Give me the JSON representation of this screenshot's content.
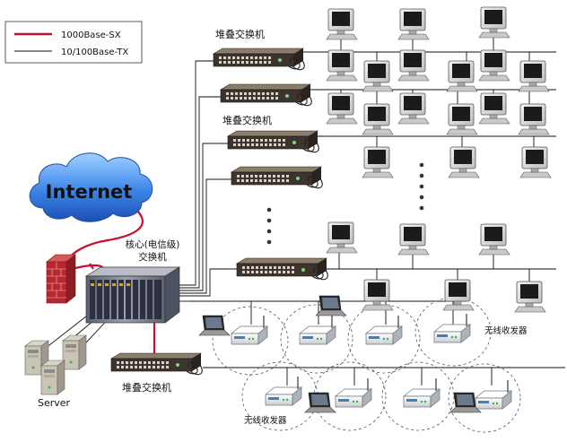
{
  "legend": {
    "items": [
      {
        "label": "1000Base-SX",
        "color": "#c8102e"
      },
      {
        "label": "10/100Base-TX",
        "color": "#111111"
      }
    ]
  },
  "labels": {
    "internet": "Internet",
    "core_switch": [
      "核心(电信级)",
      "交换机"
    ],
    "stack_switch_top": "堆叠交换机",
    "stack_switch_mid": "堆叠交换机",
    "stack_switch_bottom": "堆叠交换机",
    "server": "Server",
    "wireless_right": "无线收发器",
    "wireless_bottom": "无线收发器"
  },
  "colors": {
    "fiber": "#c8102e",
    "copper": "#111111",
    "cloud": "#2b6fd6",
    "firewall": "#b7282e",
    "chassis": "#7a7f8e",
    "switch": "#4a4038"
  }
}
